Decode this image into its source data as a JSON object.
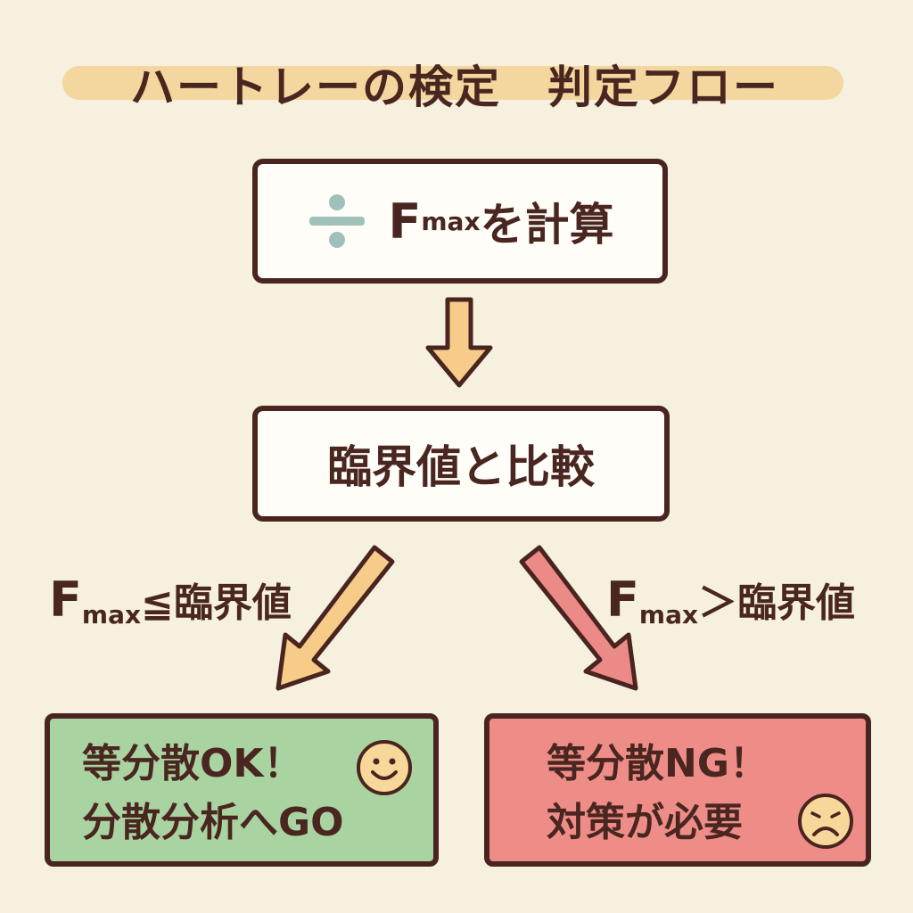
{
  "title": "ハートレーの検定　判定フロー",
  "step1": {
    "icon": "divide-icon",
    "f": "F",
    "sub": "max",
    "text": "を計算"
  },
  "step2": {
    "text": "臨界値と比較"
  },
  "branch_left": {
    "f": "F",
    "sub": "max",
    "text": "≦臨界値"
  },
  "branch_right": {
    "f": "F",
    "sub": "max",
    "text": "＞臨界値"
  },
  "result_ok": {
    "line1": "等分散OK！",
    "line2": "分散分析へGO",
    "icon": "smiley-face-icon"
  },
  "result_ng": {
    "line1": "等分散NG！",
    "line2": "対策が必要",
    "icon": "sad-face-icon"
  },
  "colors": {
    "background": "#f6f0de",
    "ok": "#a9d3a1",
    "ng": "#ee8d88",
    "arrow_down": "#f6cc88",
    "arrow_ng": "#ec8a88",
    "ink": "#4a2420"
  }
}
